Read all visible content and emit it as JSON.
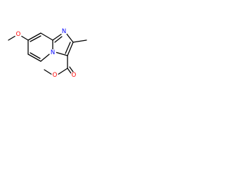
{
  "molecule": {
    "colors": {
      "bond": "#000000",
      "oxygen": "#ff0000",
      "nitrogen": "#0000ff"
    },
    "atoms": {
      "methoxy_oxygen": "O",
      "ring_nitrogen_top": "N",
      "ring_nitrogen_bridge": "N",
      "ester_carbonyl_oxygen": "O",
      "ester_ether_oxygen": "O"
    }
  }
}
